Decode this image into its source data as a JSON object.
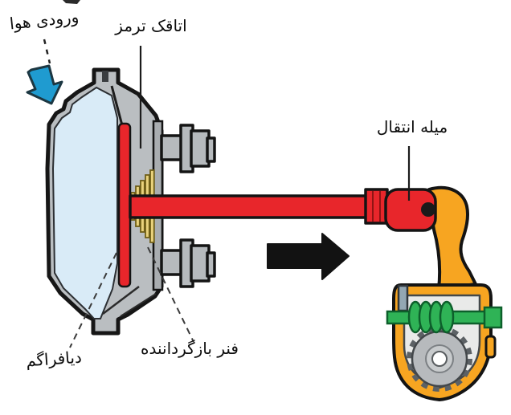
{
  "diagram": {
    "labels": {
      "air_inlet": "ورودی هوا",
      "brake_chamber": "اتاقک ترمز",
      "transfer_rod": "میله انتقال",
      "diaphragm": "دیافراگم",
      "return_spring": "فنر بازگرداننده"
    },
    "colors": {
      "chamber_body": "#babec1",
      "chamber_interior": "#d9ebf7",
      "push_rod_red": "#e8262b",
      "spring_gold": "#e9d27c",
      "adjuster_orange": "#f7a521",
      "worm_green": "#2fb356",
      "gear_gray": "#b7babd",
      "inlet_arrow_blue": "#1f9bd0",
      "direction_arrow_black": "#121212",
      "outline": "#161616"
    }
  }
}
